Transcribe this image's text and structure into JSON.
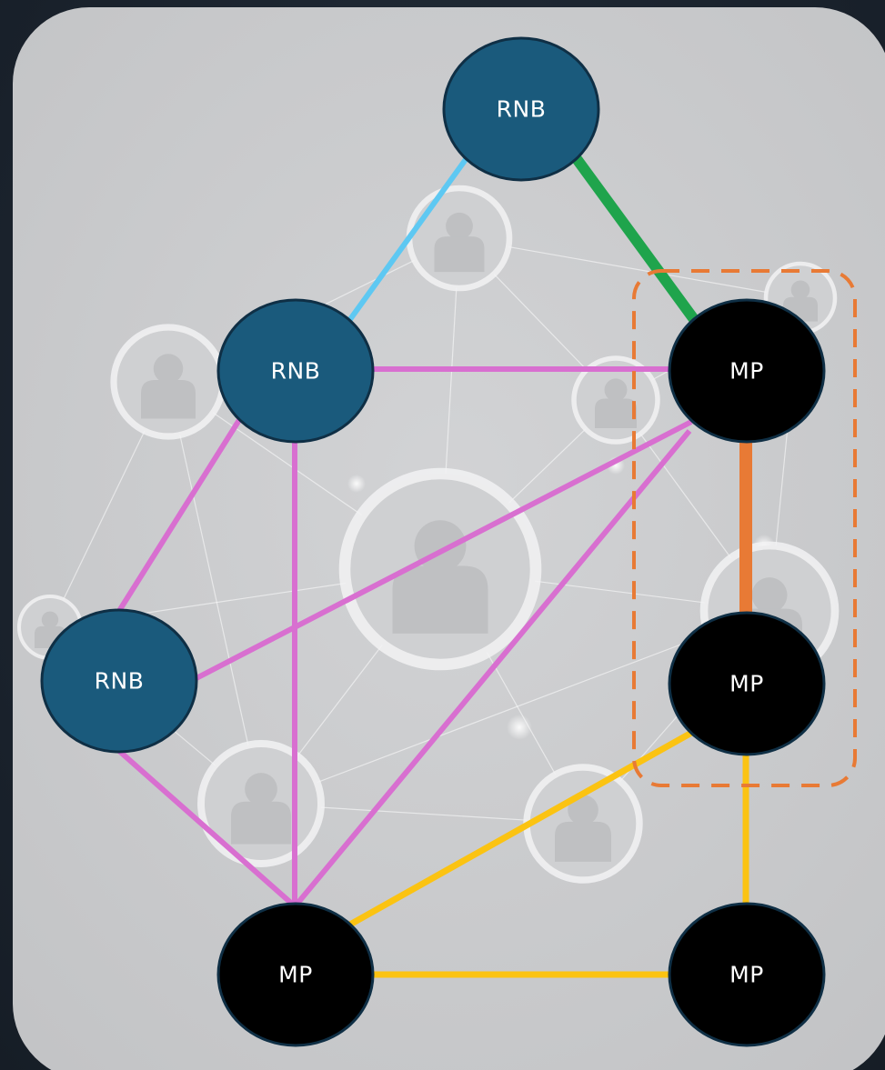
{
  "colors": {
    "rnb_node": "#1a5a7c",
    "mp_node": "#000000",
    "node_stroke": "#0f2f45",
    "link_sky": "#5ec8f2",
    "link_green": "#1fa44c",
    "link_pink": "#d86fd0",
    "link_orange": "#e87a35",
    "link_yellow": "#fbc312",
    "dashed_group": "#e87a35",
    "panel_fill": "#c9cacc",
    "page_background": "#1c2530"
  },
  "icon_names": [
    "user-profile-icon",
    "network-mesh-background"
  ],
  "nodes": [
    {
      "id": "rnb-top",
      "type": "RNB",
      "label": "RNB"
    },
    {
      "id": "rnb-mid",
      "type": "RNB",
      "label": "RNB"
    },
    {
      "id": "rnb-left",
      "type": "RNB",
      "label": "RNB"
    },
    {
      "id": "mp-upper-right",
      "type": "MP",
      "label": "MP"
    },
    {
      "id": "mp-lower-right",
      "type": "MP",
      "label": "MP"
    },
    {
      "id": "mp-bottom-left",
      "type": "MP",
      "label": "MP"
    },
    {
      "id": "mp-bottom-right",
      "type": "MP",
      "label": "MP"
    }
  ],
  "edges": [
    {
      "from": "rnb-top",
      "to": "rnb-mid",
      "color": "sky"
    },
    {
      "from": "rnb-top",
      "to": "mp-upper-right",
      "color": "green"
    },
    {
      "from": "rnb-mid",
      "to": "mp-upper-right",
      "color": "pink"
    },
    {
      "from": "rnb-mid",
      "to": "rnb-left",
      "color": "pink"
    },
    {
      "from": "rnb-mid",
      "to": "mp-bottom-left",
      "color": "pink"
    },
    {
      "from": "rnb-left",
      "to": "mp-upper-right",
      "color": "pink"
    },
    {
      "from": "rnb-left",
      "to": "mp-bottom-left",
      "color": "pink"
    },
    {
      "from": "mp-upper-right",
      "to": "mp-bottom-left",
      "color": "pink"
    },
    {
      "from": "mp-upper-right",
      "to": "mp-lower-right",
      "color": "orange"
    },
    {
      "from": "mp-lower-right",
      "to": "mp-bottom-left",
      "color": "yellow"
    },
    {
      "from": "mp-lower-right",
      "to": "mp-bottom-right",
      "color": "yellow"
    },
    {
      "from": "mp-bottom-left",
      "to": "mp-bottom-right",
      "color": "yellow"
    }
  ],
  "groups": [
    {
      "id": "mp-pair-group",
      "members": [
        "mp-upper-right",
        "mp-lower-right"
      ],
      "style": "dashed"
    }
  ]
}
